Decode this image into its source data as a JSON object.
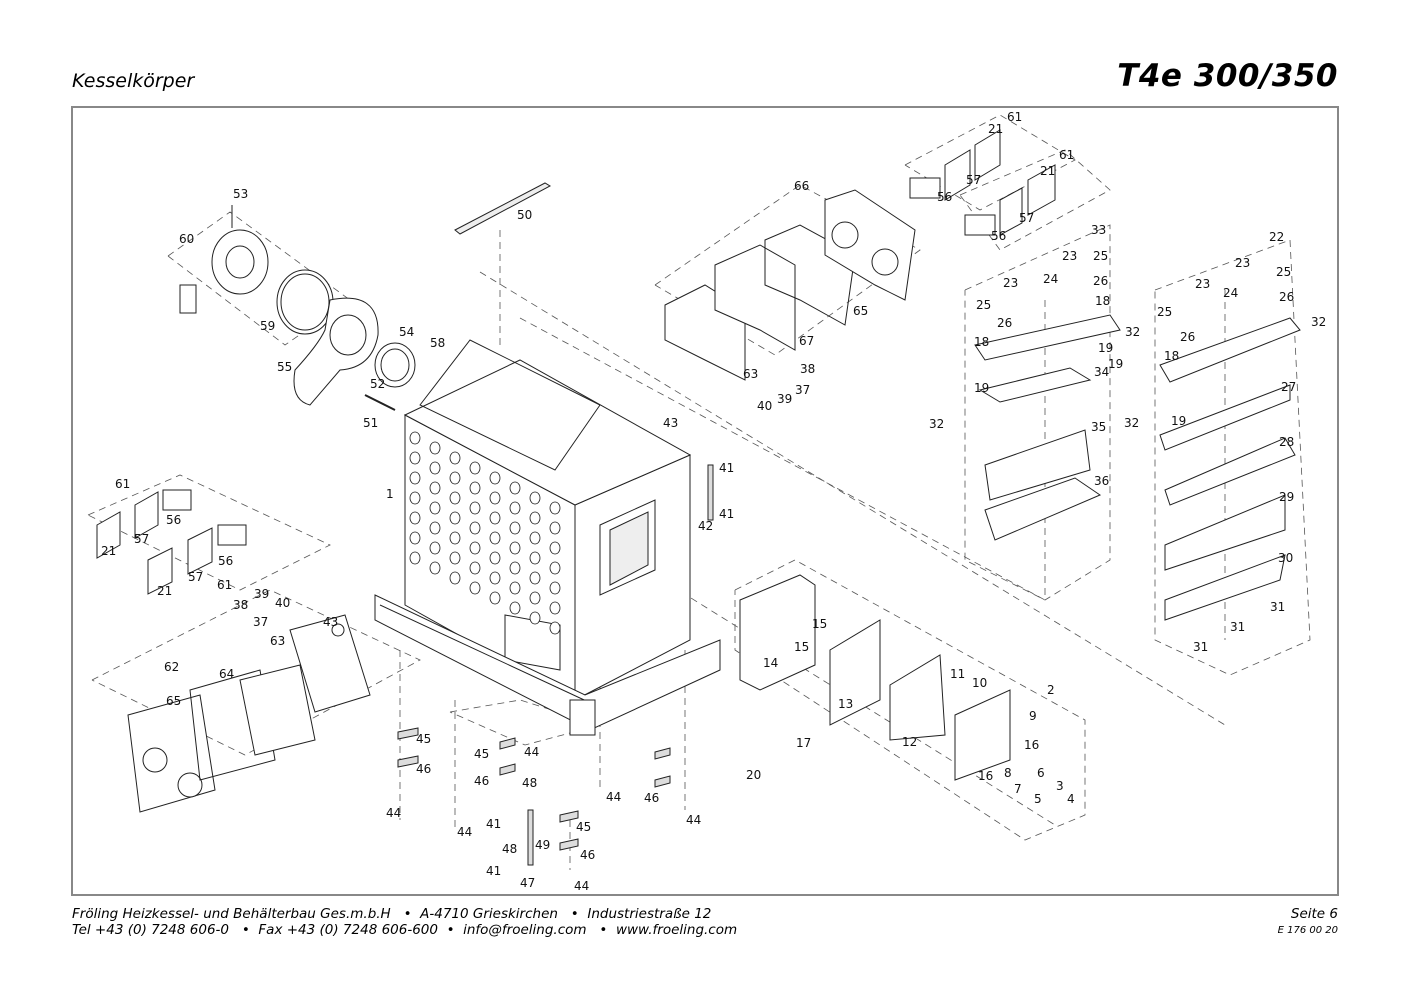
{
  "header": {
    "section_title": "Kesselkörper",
    "model": "T4e 300/350"
  },
  "footer": {
    "line1": "Fröling Heizkessel- und Behälterbau Ges.m.b.H   •  A-4710 Grieskirchen   •  Industriestraße 12",
    "line2": "Tel +43 (0) 7248 606-0   •  Fax +43 (0) 7248 606-600  •  info@froeling.com   •  www.froeling.com",
    "page": "Seite 6",
    "doc_number": "E 176 00 20"
  },
  "callouts": [
    "1",
    "2",
    "3",
    "4",
    "5",
    "6",
    "7",
    "8",
    "9",
    "10",
    "11",
    "12",
    "13",
    "14",
    "15",
    "15",
    "16",
    "16",
    "17",
    "18",
    "18",
    "18",
    "19",
    "19",
    "19",
    "19",
    "20",
    "21",
    "21",
    "21",
    "21",
    "22",
    "23",
    "23",
    "23",
    "23",
    "24",
    "24",
    "25",
    "25",
    "25",
    "25",
    "26",
    "26",
    "26",
    "26",
    "27",
    "28",
    "29",
    "30",
    "31",
    "31",
    "31",
    "32",
    "32",
    "32",
    "32",
    "33",
    "34",
    "35",
    "36",
    "37",
    "37",
    "38",
    "38",
    "39",
    "39",
    "40",
    "40",
    "41",
    "41",
    "41",
    "41",
    "42",
    "43",
    "43",
    "44",
    "44",
    "44",
    "44",
    "44",
    "44",
    "45",
    "45",
    "45",
    "46",
    "46",
    "46",
    "46",
    "47",
    "48",
    "48",
    "49",
    "50",
    "51",
    "52",
    "53",
    "54",
    "55",
    "56",
    "56",
    "56",
    "56",
    "57",
    "57",
    "57",
    "57",
    "58",
    "59",
    "60",
    "61",
    "61",
    "61",
    "61",
    "62",
    "63",
    "63",
    "64",
    "65",
    "65",
    "66",
    "67"
  ]
}
